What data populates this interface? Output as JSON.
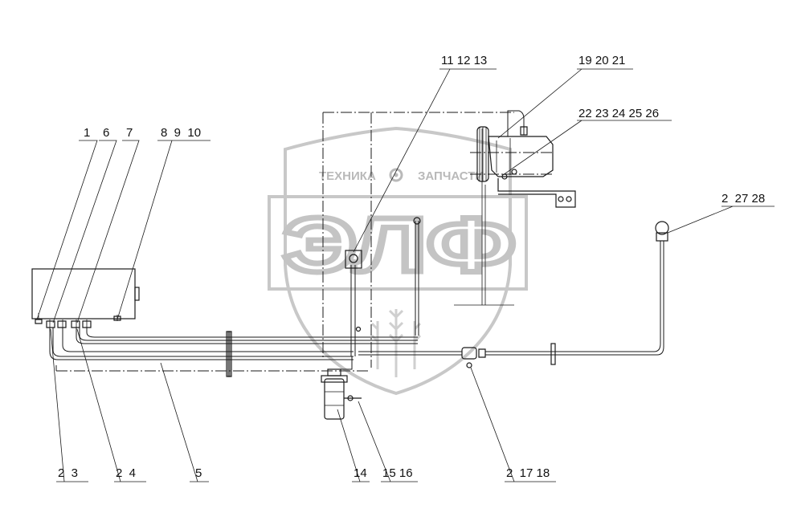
{
  "watermark": {
    "top_text_left": "ТЕХНИКА",
    "top_text_right": "ЗАПЧАСТИ",
    "big_text": "ЭЛФ",
    "color": "#c4c4c4"
  },
  "callouts": [
    {
      "id": "c1",
      "text": "1"
    },
    {
      "id": "c6",
      "text": "6"
    },
    {
      "id": "c7",
      "text": "7"
    },
    {
      "id": "c8",
      "text": "8  9  10"
    },
    {
      "id": "c11",
      "text": "11 12 13"
    },
    {
      "id": "c19",
      "text": "19 20 21"
    },
    {
      "id": "c22",
      "text": "22 23 24 25 26"
    },
    {
      "id": "c2b",
      "text": "2  27 28"
    },
    {
      "id": "c23",
      "text": "2  3"
    },
    {
      "id": "c24",
      "text": "2  4"
    },
    {
      "id": "c5",
      "text": "5"
    },
    {
      "id": "c14",
      "text": "14"
    },
    {
      "id": "c15",
      "text": "15 16"
    },
    {
      "id": "c217",
      "text": "2  17 18"
    }
  ],
  "colors": {
    "ink": "#1a1a1a",
    "background": "#ffffff"
  }
}
